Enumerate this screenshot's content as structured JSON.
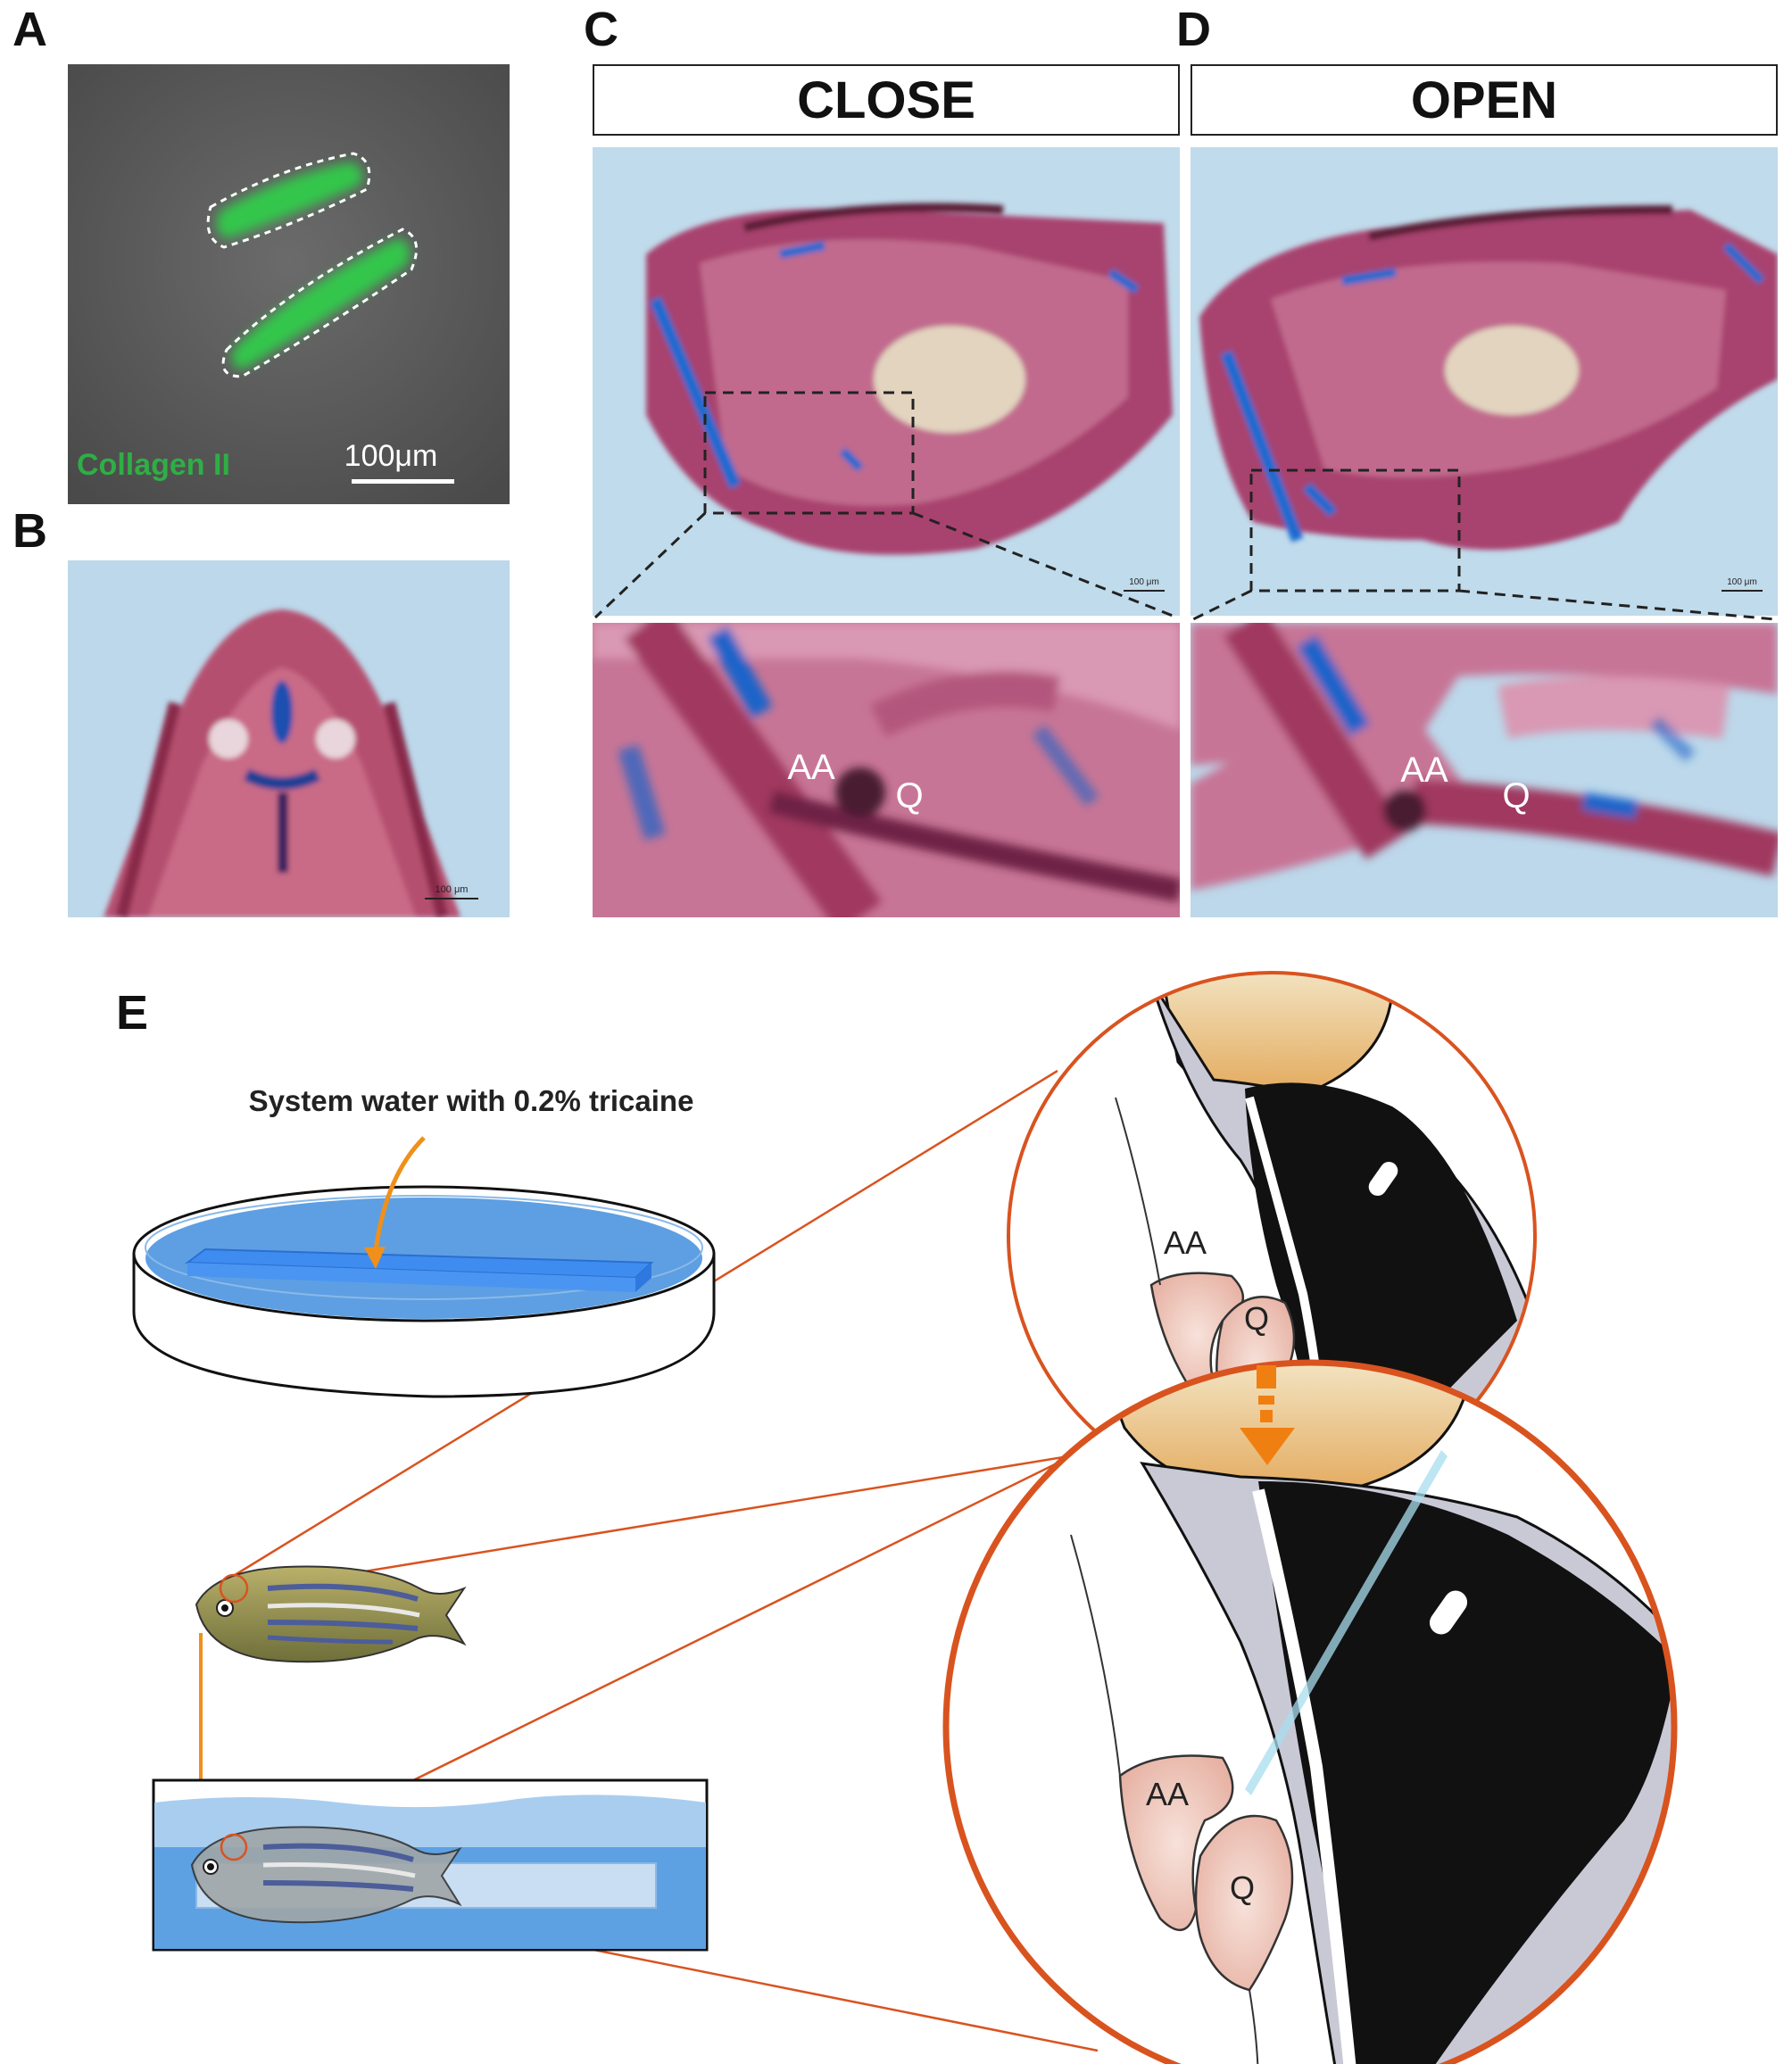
{
  "panels": {
    "a": {
      "label": "A",
      "marker": "Collagen II",
      "scalebar": "100μm"
    },
    "b": {
      "label": "B",
      "scalebar": "100 μm"
    },
    "c": {
      "label": "C",
      "header": "CLOSE",
      "scalebar": "100 μm",
      "joint_labels": [
        "AA",
        "Q"
      ]
    },
    "d": {
      "label": "D",
      "header": "OPEN",
      "scalebar": "100 μm",
      "joint_labels": [
        "AA",
        "Q"
      ]
    },
    "e": {
      "label": "E",
      "annotation": "System water with 0.2% tricaine",
      "joint_labels_top": [
        "AA",
        "Q"
      ],
      "joint_labels_bottom": [
        "AA",
        "Q"
      ]
    }
  },
  "colors": {
    "green_fluor": "#2fd14a",
    "alizarin": "#a8426e",
    "alcian": "#1f7fd6",
    "background_blue": "#bcd8ea",
    "circle_outline": "#d94a1c",
    "arrow_orange": "#f07f12"
  }
}
